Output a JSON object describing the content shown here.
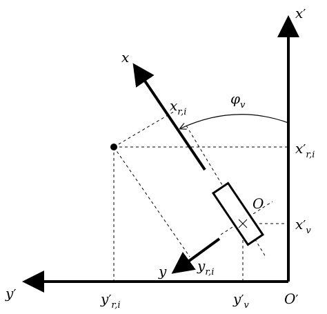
{
  "colors": {
    "ink": "#000000",
    "background": "#ffffff"
  },
  "labels": {
    "x_prime": {
      "base": "x",
      "prime": "′",
      "sub": ""
    },
    "y_prime": {
      "base": "y",
      "prime": "′",
      "sub": ""
    },
    "origin_prime": {
      "base": "O",
      "prime": "′",
      "sub": ""
    },
    "x_robot": {
      "base": "x",
      "prime": "",
      "sub": ""
    },
    "y_robot": {
      "base": "y",
      "prime": "",
      "sub": ""
    },
    "origin_v": {
      "base": "O",
      "prime": "",
      "sub": ""
    },
    "x_r_i": {
      "base": "x",
      "prime": "",
      "sub": "r,i"
    },
    "y_r_i": {
      "base": "y",
      "prime": "",
      "sub": "r,i"
    },
    "phi_v": {
      "base": "φ",
      "prime": "",
      "sub": "v"
    },
    "x_prime_r_i": {
      "base": "x",
      "prime": "′",
      "sub": "r,i"
    },
    "x_prime_v": {
      "base": "x",
      "prime": "′",
      "sub": "v"
    },
    "y_prime_r_i": {
      "base": "y",
      "prime": "′",
      "sub": "r,i"
    },
    "y_prime_v": {
      "base": "y",
      "prime": "′",
      "sub": "v"
    }
  }
}
